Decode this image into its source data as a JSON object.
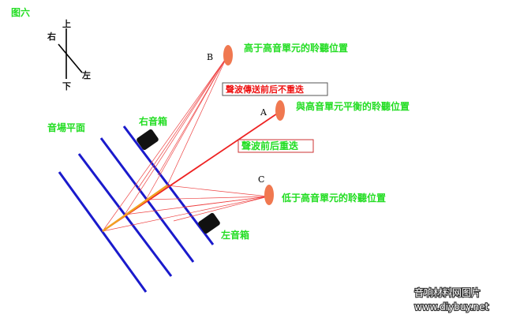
{
  "figure_label": "图六",
  "compass": {
    "up": "上",
    "down": "下",
    "right": "右",
    "left": "左"
  },
  "points": {
    "B": {
      "letter": "B",
      "caption": "高于高音單元的聆聽位置"
    },
    "A": {
      "letter": "A",
      "caption": "與高音單元平衡的聆聽位置"
    },
    "C": {
      "letter": "C",
      "caption": "低于高音單元的聆聽位置"
    }
  },
  "callouts": {
    "no_overlap": "聲波傳送前后不重迭",
    "overlap": "聲波前后重迭"
  },
  "labels": {
    "stage_plane": "音場平面",
    "right_speaker": "右音箱",
    "left_speaker": "左音箱"
  },
  "watermark": {
    "line1": "音响材料网图片",
    "line2": "www.diybuy.net"
  },
  "colors": {
    "plane": "#1a1acc",
    "ray": "#ee2222",
    "ray_thin": "#ee4444",
    "focus": "#f2a020",
    "ear": "#f07850",
    "label_green": "#22dd22",
    "speaker": "#111111"
  }
}
